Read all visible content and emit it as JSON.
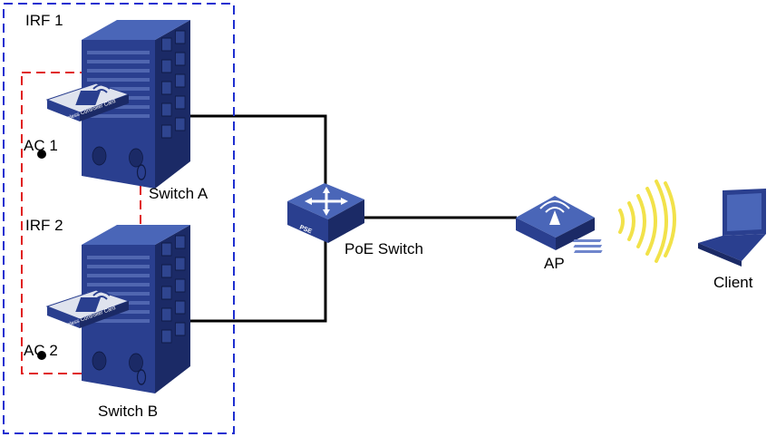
{
  "labels": {
    "irf1": "IRF 1",
    "irf2": "IRF 2",
    "ac1": "AC 1",
    "ac2": "AC 2",
    "switch_a": "Switch A",
    "switch_b": "Switch B",
    "poe_switch": "PoE Switch",
    "pse": "PSE",
    "ap": "AP",
    "client": "Client",
    "card_text": "Wireless Controller Card"
  },
  "colors": {
    "irf1_border": "#1f2fd0",
    "irf2_border": "#e02020",
    "device_blue": "#2a3f8f",
    "device_dark": "#1b2a66",
    "device_light": "#4a66b8",
    "link": "#000000",
    "wifi": "#f2e24a"
  },
  "icons": {
    "switch": "chassis-switch-icon",
    "card": "wireless-controller-card-icon",
    "poe": "poe-switch-icon",
    "ap": "access-point-icon",
    "wifi": "wifi-signal-icon",
    "client": "laptop-icon"
  }
}
